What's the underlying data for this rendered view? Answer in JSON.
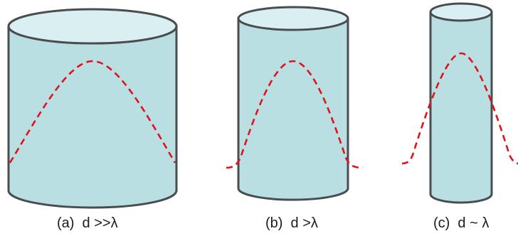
{
  "colors": {
    "cylinder_fill": "#b9dfe2",
    "cylinder_top": "#d9eff1",
    "outline": "#4a4d50",
    "wave": "#e0121b",
    "text": "#1a1a1a"
  },
  "panels": [
    {
      "id": "a",
      "caption": "(a)  d >>λ",
      "condition": "d >> λ"
    },
    {
      "id": "b",
      "caption": "(b)  d >λ",
      "condition": "d > λ"
    },
    {
      "id": "c",
      "caption": "(c)  d ~ λ",
      "condition": "d ~ λ"
    }
  ]
}
